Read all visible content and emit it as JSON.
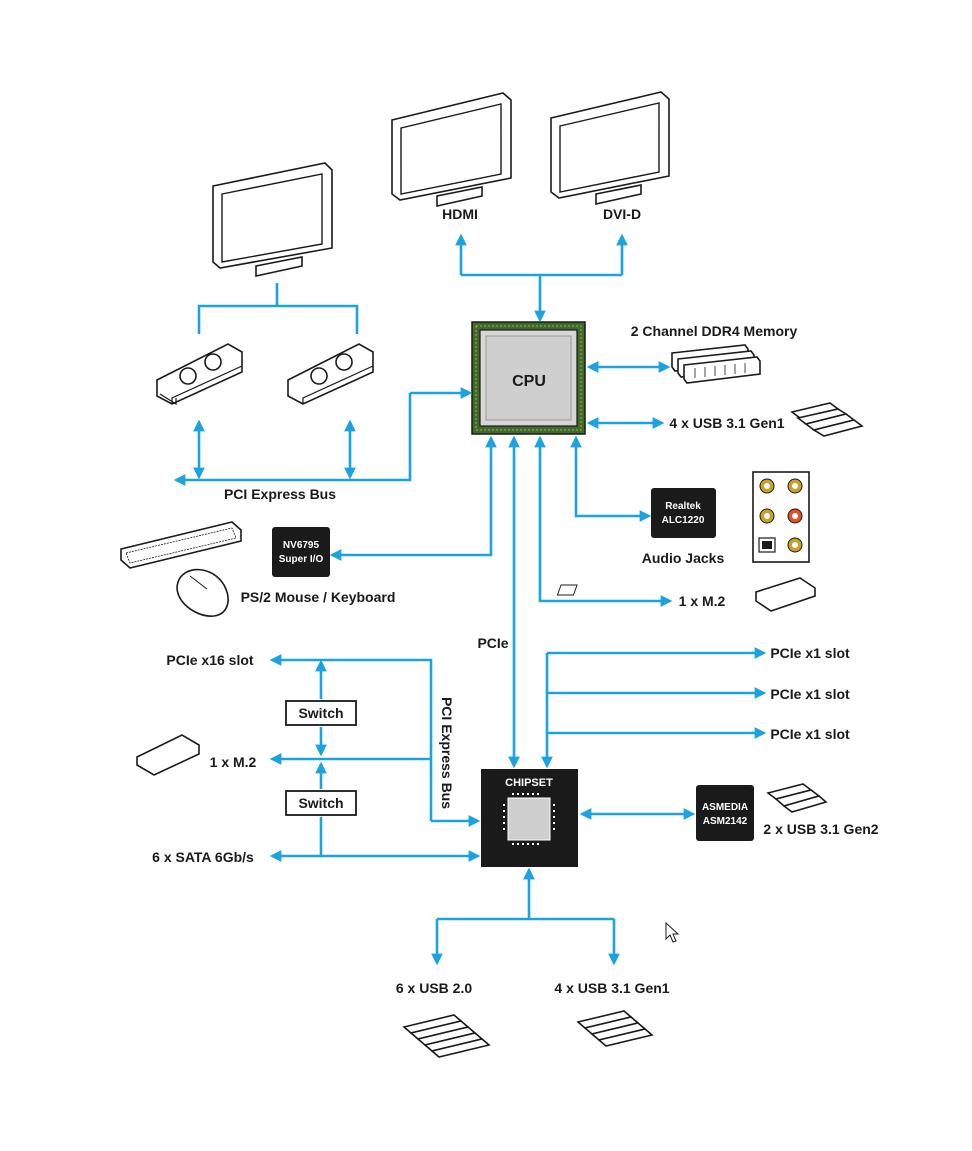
{
  "colors": {
    "wire": "#1aa3e0",
    "chip": "#1a1a1a",
    "cpu_board": "#3d6b2f"
  },
  "cpu": {
    "label": "CPU"
  },
  "chipset": {
    "label": "CHIPSET"
  },
  "displays": {
    "hdmi": "HDMI",
    "dvi": "DVI-D"
  },
  "memory": {
    "label": "2 Channel DDR4 Memory"
  },
  "cpu_usb": {
    "label": "4 x USB 3.1 Gen1"
  },
  "pci_express_bus": {
    "label": "PCI Express Bus"
  },
  "audio": {
    "chip_line1": "Realtek",
    "chip_line2": "ALC1220",
    "label": "Audio Jacks"
  },
  "superio": {
    "chip_line1": "NV6795",
    "chip_line2": "Super I/O",
    "label": "PS/2 Mouse / Keyboard"
  },
  "cpu_m2": {
    "label": "1 x M.2"
  },
  "pcie": {
    "label": "PCIe"
  },
  "pcie_x1_slots": [
    "PCIe x1 slot",
    "PCIe x1 slot",
    "PCIe x1 slot"
  ],
  "pcie_x16": {
    "label": "PCIe x16 slot"
  },
  "switches": [
    "Switch",
    "Switch"
  ],
  "chipset_m2": {
    "label": "1 x M.2"
  },
  "sata": {
    "label": "6 x SATA 6Gb/s"
  },
  "pci_express_bus_vertical": {
    "label": "PCI Express Bus"
  },
  "asmedia": {
    "chip_line1": "ASMEDIA",
    "chip_line2": "ASM2142",
    "label": "2 x USB 3.1 Gen2"
  },
  "usb20": {
    "label": "6 x USB 2.0"
  },
  "chipset_usb": {
    "label": "4 x USB 3.1 Gen1"
  }
}
